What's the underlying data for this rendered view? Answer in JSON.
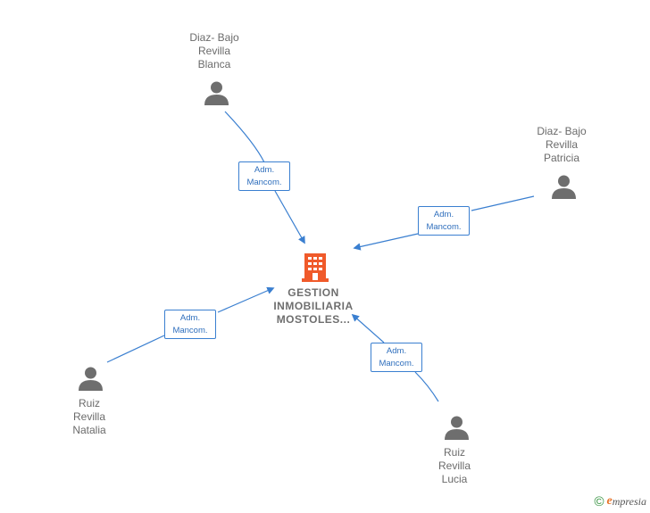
{
  "company": {
    "name_lines": [
      "GESTION",
      "INMOBILIARIA",
      "MOSTOLES..."
    ],
    "color": "#f05a2a"
  },
  "persons": [
    {
      "id": "blanca",
      "name_lines": [
        "Diaz- Bajo",
        "Revilla",
        "Blanca"
      ]
    },
    {
      "id": "patricia",
      "name_lines": [
        "Diaz- Bajo",
        "Revilla",
        "Patricia"
      ]
    },
    {
      "id": "natalia",
      "name_lines": [
        "Ruiz",
        "Revilla",
        "Natalia"
      ]
    },
    {
      "id": "lucia",
      "name_lines": [
        "Ruiz",
        "Revilla",
        "Lucia"
      ]
    }
  ],
  "relations": [
    {
      "from": "blanca",
      "label_lines": [
        "Adm.",
        "Mancom."
      ]
    },
    {
      "from": "patricia",
      "label_lines": [
        "Adm.",
        "Mancom."
      ]
    },
    {
      "from": "natalia",
      "label_lines": [
        "Adm.",
        "Mancom."
      ]
    },
    {
      "from": "lucia",
      "label_lines": [
        "Adm.",
        "Mancom."
      ]
    }
  ],
  "colors": {
    "edge": "#3a7fd0",
    "person_icon": "#6e6e6e",
    "text": "#6b6b6b"
  },
  "brand": {
    "copyright_symbol": "©",
    "initial": "e",
    "name_rest": "mpresia"
  }
}
